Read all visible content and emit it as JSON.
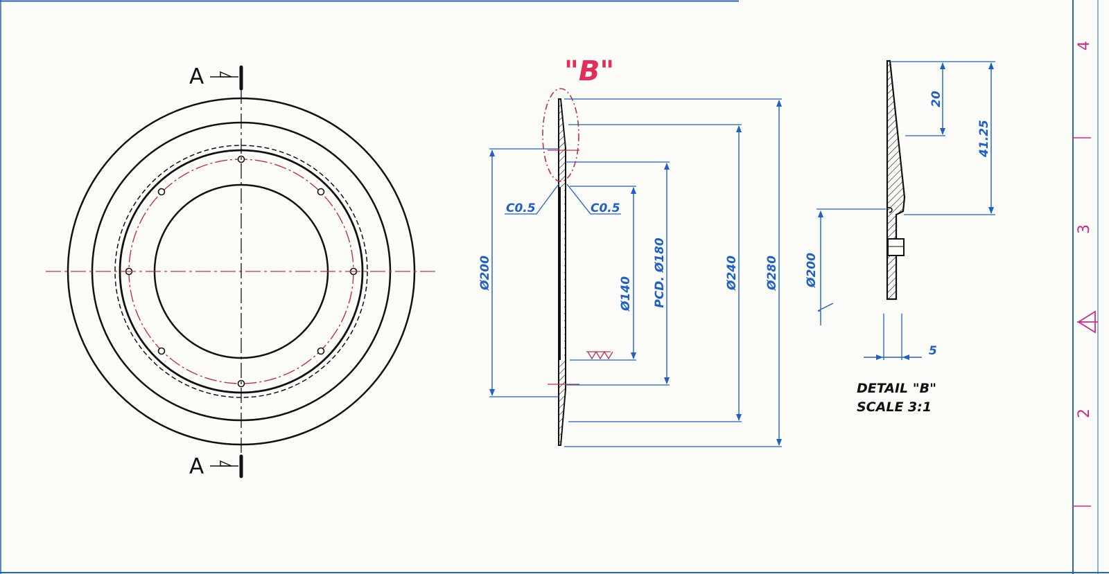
{
  "front_view": {
    "section_label_top": "A",
    "section_label_bottom": "A"
  },
  "section_view": {
    "detail_callout": "\"B\"",
    "chamfer_left": "C0.5",
    "chamfer_right": "C0.5",
    "dims": {
      "d200": "Ø200",
      "d140": "Ø140",
      "pcd180": "PCD. Ø180",
      "d240": "Ø240",
      "d280": "Ø280"
    }
  },
  "detail_view": {
    "dim_20": "20",
    "dim_4125": "41.25",
    "dim_d200": "Ø200",
    "dim_5": "5",
    "title": "DETAIL \"B\"",
    "scale": "SCALE 3:1"
  },
  "border": {
    "zones": [
      "4",
      "3",
      "2"
    ]
  },
  "colors": {
    "outline": "#111111",
    "dimension": "#1e5fc8",
    "centerline": "#c0304a",
    "frame": "#2a63b0",
    "zone_marks": "#cc2a8a"
  }
}
